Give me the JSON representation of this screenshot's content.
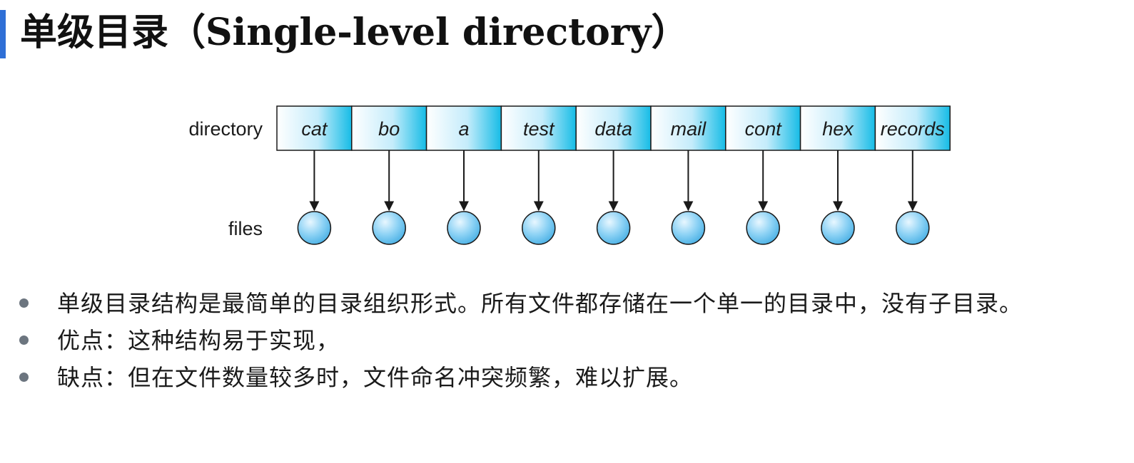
{
  "slide": {
    "title": "单级目录（Single-level directory）",
    "accent_color": "#2f6fd6"
  },
  "diagram": {
    "directory_label": "directory",
    "files_label": "files",
    "entries": [
      "cat",
      "bo",
      "a",
      "test",
      "data",
      "mail",
      "cont",
      "hex",
      "records"
    ],
    "cell_gradient": [
      "#ffffff",
      "#16bce6"
    ],
    "file_color": "#7fcdf4"
  },
  "bullets": [
    {
      "text": "单级目录结构是最简单的目录组织形式。所有文件都存储在一个单一的目录中，没有子目录。"
    },
    {
      "text": "优点：这种结构易于实现，"
    },
    {
      "text": "缺点：但在文件数量较多时，文件命名冲突频繁，难以扩展。"
    }
  ]
}
